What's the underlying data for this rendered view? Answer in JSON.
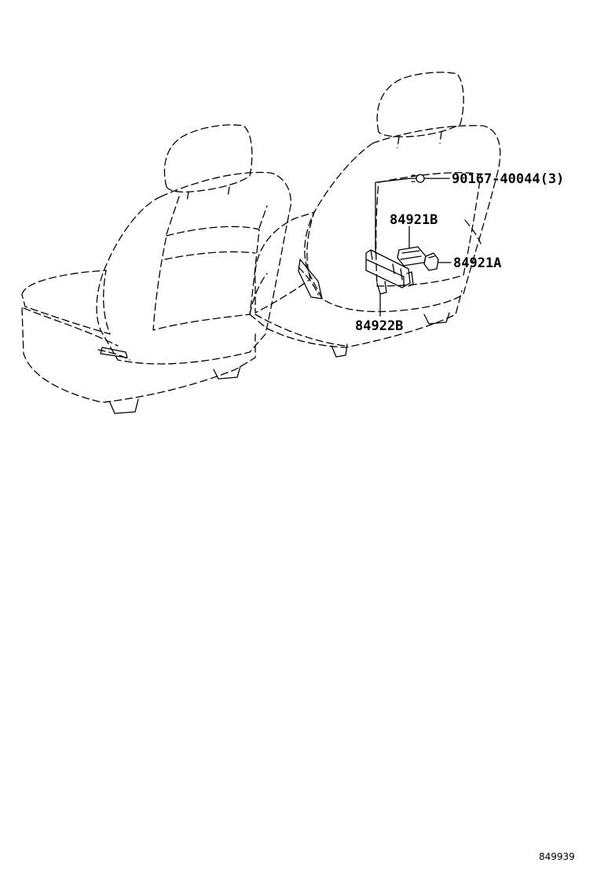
{
  "diagram": {
    "line_color": "#000000",
    "background": "#ffffff",
    "components": [
      {
        "name": "left-seat",
        "style": "dashed outline"
      },
      {
        "name": "right-seat",
        "style": "dashed outline"
      },
      {
        "name": "bolt",
        "icon": "bolt-icon"
      },
      {
        "name": "cover",
        "icon": "cover-icon"
      },
      {
        "name": "cap",
        "icon": "cap-icon"
      },
      {
        "name": "bracket",
        "icon": "bracket-icon"
      }
    ],
    "callouts": [
      {
        "part_number": "90167-40044(3)"
      },
      {
        "part_number": "84921B"
      },
      {
        "part_number": "84921A"
      },
      {
        "part_number": "84922B"
      }
    ]
  },
  "footer": {
    "diagram_id": "849939"
  }
}
